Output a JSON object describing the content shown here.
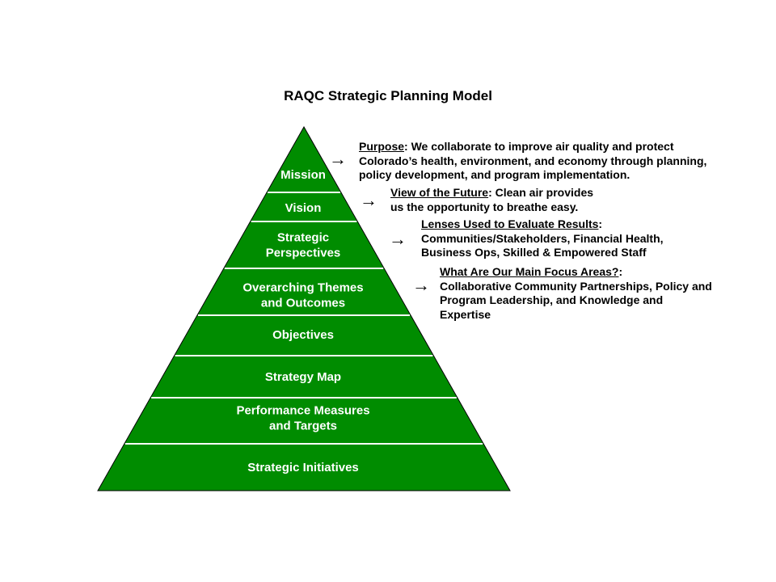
{
  "title": "RAQC Strategic Planning Model",
  "colors": {
    "pyramid_fill": "#008c00",
    "divider": "#ffffff",
    "outline": "#000000",
    "label_text": "#ffffff"
  },
  "pyramid": {
    "levels": [
      {
        "lines": [
          "Mission"
        ]
      },
      {
        "lines": [
          "Vision"
        ]
      },
      {
        "lines": [
          "Strategic",
          "Perspectives"
        ]
      },
      {
        "lines": [
          "Overarching Themes",
          "and Outcomes"
        ]
      },
      {
        "lines": [
          "Objectives"
        ]
      },
      {
        "lines": [
          "Strategy Map"
        ]
      },
      {
        "lines": [
          "Performance Measures",
          "and Targets"
        ]
      },
      {
        "lines": [
          "Strategic Initiatives"
        ]
      }
    ]
  },
  "annotations": [
    {
      "icon": "right-arrow-icon",
      "heading": "Purpose",
      "suffix": ":  We collaborate to improve air quality and protect",
      "body": "Colorado’s health, environment, and economy through planning, policy development, and program implementation."
    },
    {
      "icon": "right-arrow-icon",
      "heading": "View of the Future",
      "suffix": ":  Clean air provides",
      "body": "us the opportunity to breathe easy."
    },
    {
      "icon": "right-arrow-icon",
      "heading": "Lenses Used to Evaluate Results",
      "suffix": ":",
      "body": "Communities/Stakeholders, Financial Health, Business Ops, Skilled & Empowered Staff"
    },
    {
      "icon": "right-arrow-icon",
      "heading": "What Are Our Main Focus Areas?",
      "suffix": ":",
      "body": "Collaborative Community Partnerships, Policy and Program Leadership, and Knowledge and Expertise"
    }
  ],
  "arrow_glyph": "→"
}
